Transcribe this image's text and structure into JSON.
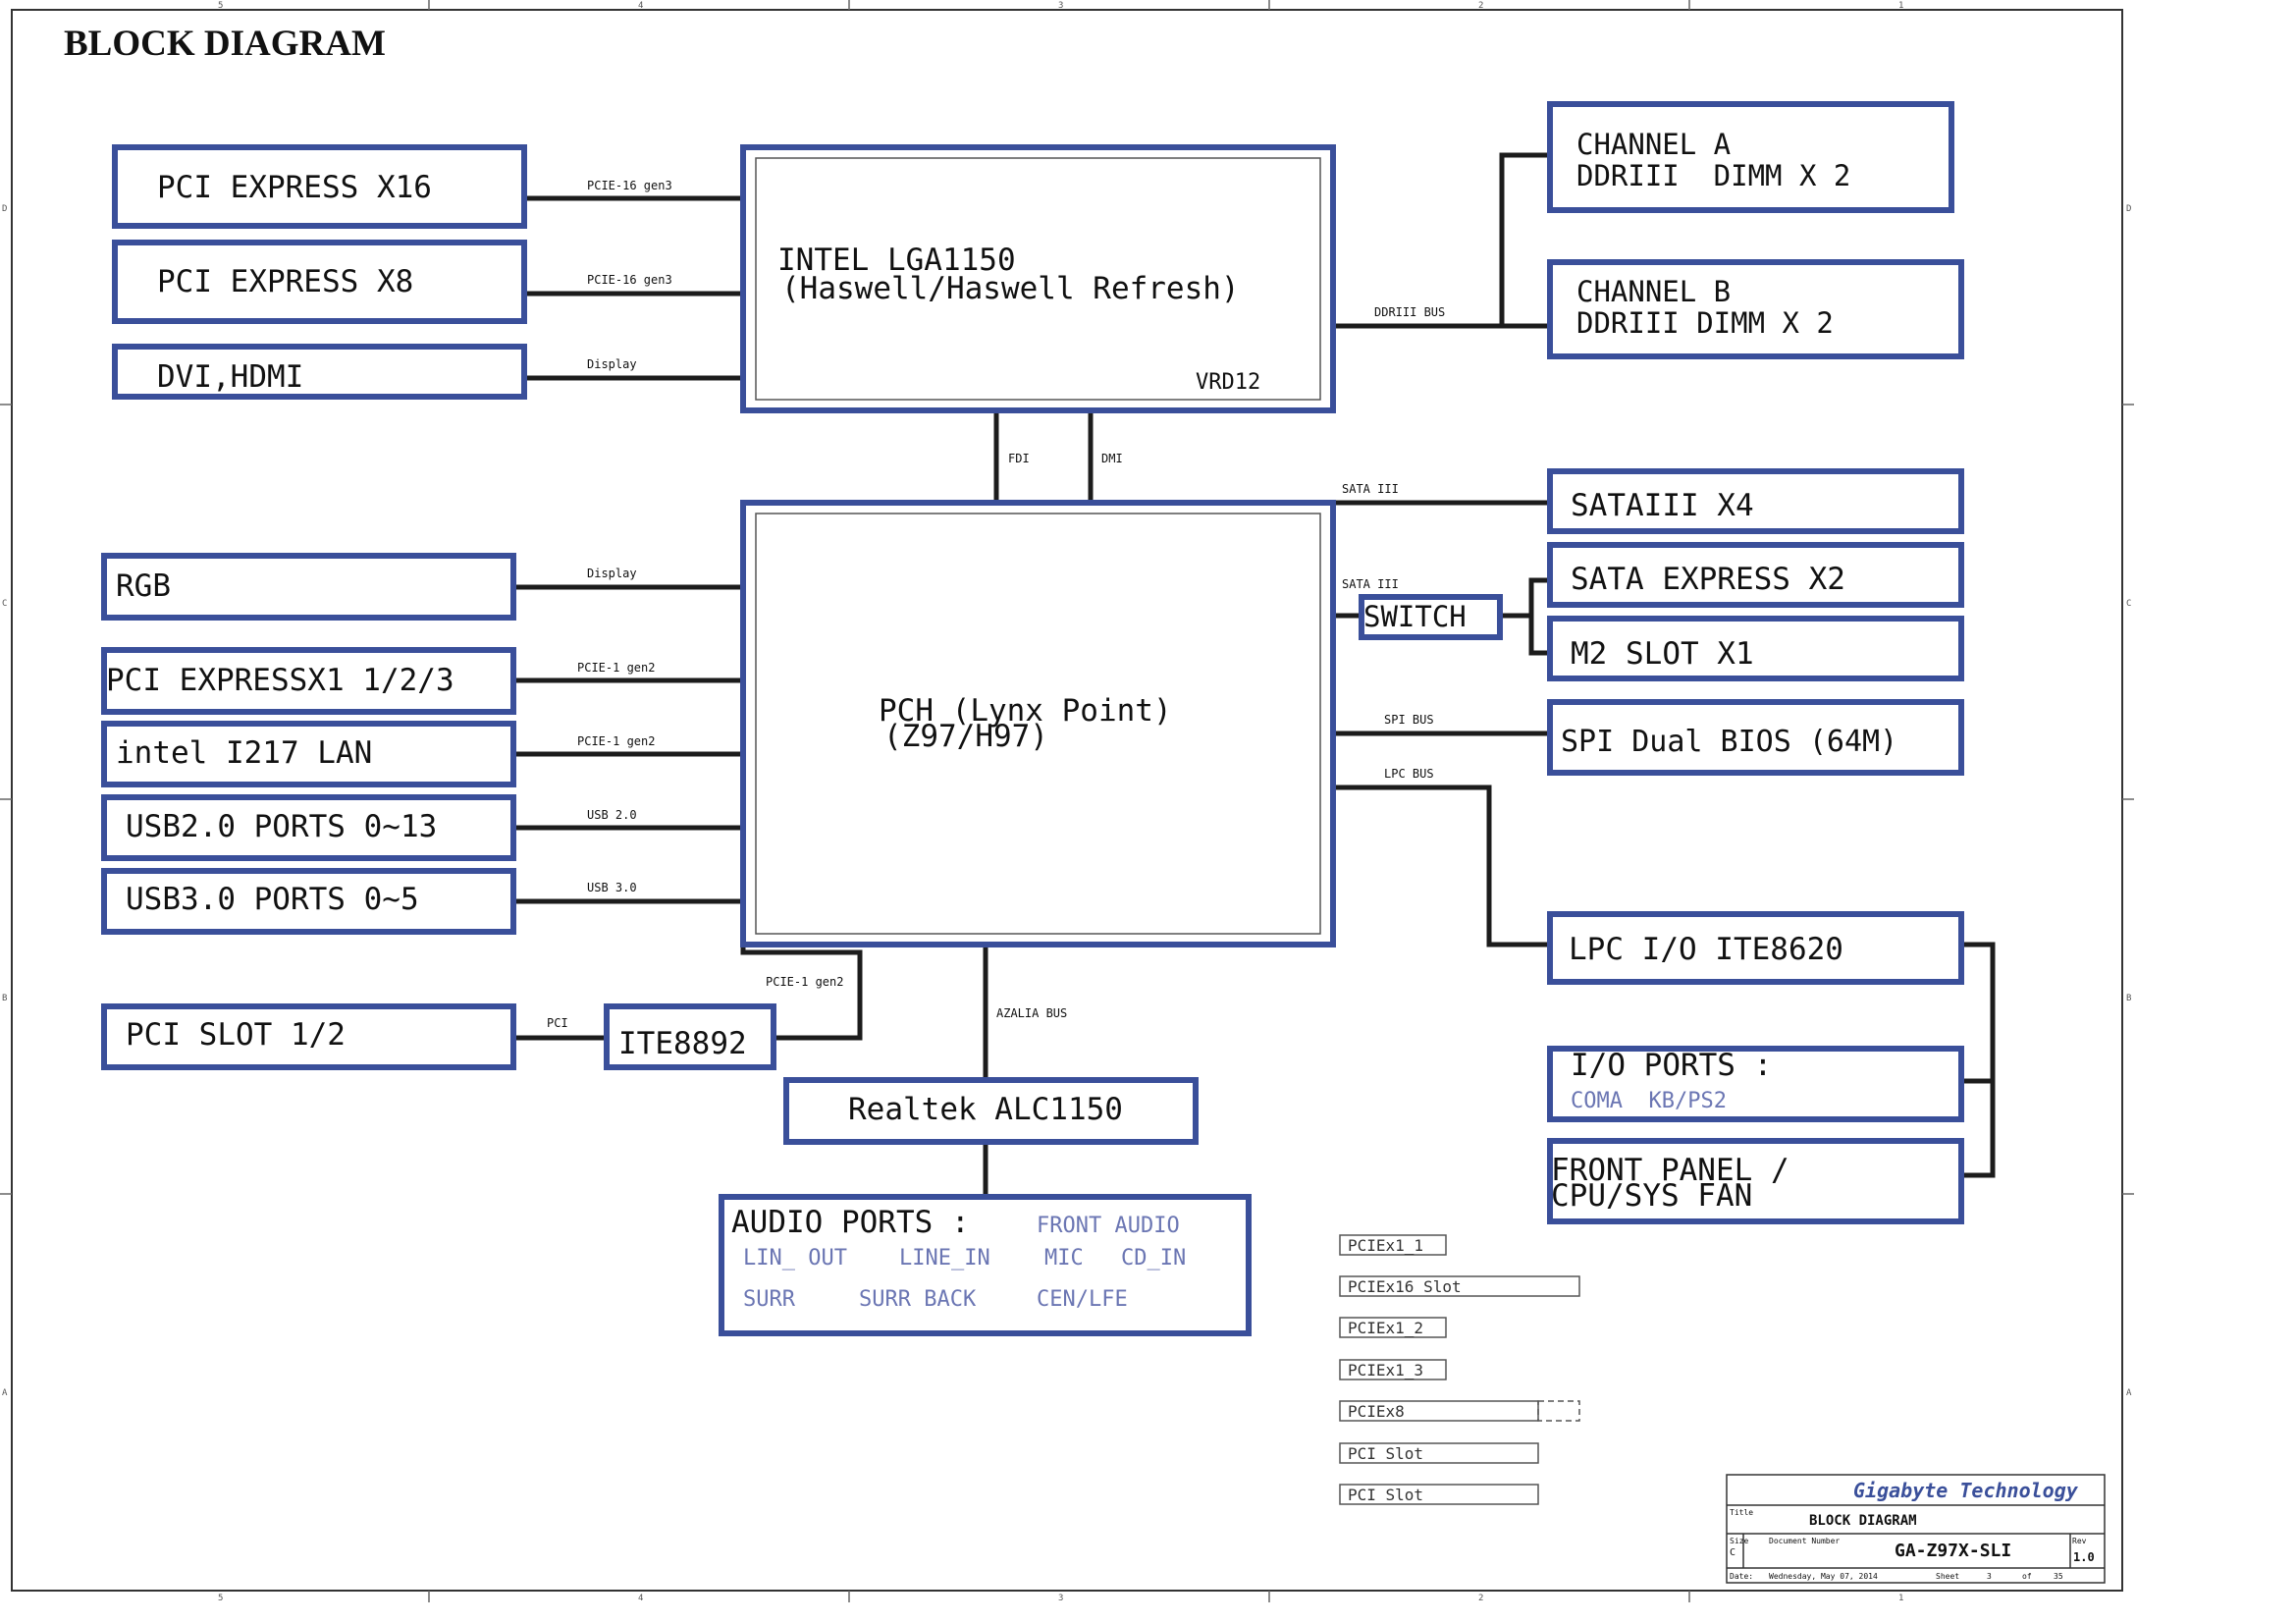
{
  "title": "BLOCK DIAGRAM",
  "colors": {
    "box": "#3a4f9a",
    "wire": "#1c1c1c",
    "text": "#111111",
    "sub": "#6b76b3",
    "brand": "#3a4f9a"
  },
  "cpu": {
    "line1": "INTEL LGA1150",
    "line2": "(Haswell/Haswell Refresh)",
    "vr": "VRD12"
  },
  "pch": {
    "line1": "PCH (Lynx Point)",
    "line2": "(Z97/H97)"
  },
  "left_top": [
    {
      "label": "PCI EXPRESS X16",
      "bus": "PCIE-16 gen3"
    },
    {
      "label": "PCI EXPRESS X8",
      "bus": "PCIE-16 gen3"
    },
    {
      "label": "DVI,HDMI",
      "bus": "Display"
    }
  ],
  "left_bottom": [
    {
      "label": "RGB",
      "bus": "Display"
    },
    {
      "label": "PCI EXPRESSX1 1/2/3",
      "bus": "PCIE-1 gen2"
    },
    {
      "label": "intel I217 LAN",
      "bus": "PCIE-1 gen2"
    },
    {
      "label": "USB2.0 PORTS 0~13",
      "bus": "USB 2.0"
    },
    {
      "label": "USB3.0 PORTS 0~5",
      "bus": "USB 3.0"
    }
  ],
  "memory": {
    "bus": "DDRIII BUS",
    "channels": [
      {
        "line1": "CHANNEL A",
        "line2": "DDRIII  DIMM X 2"
      },
      {
        "line1": "CHANNEL B",
        "line2": "DDRIII DIMM X 2"
      }
    ]
  },
  "links": {
    "fdi": "FDI",
    "dmi": "DMI",
    "sata1": "SATA III",
    "sata2": "SATA III",
    "spi": "SPI BUS",
    "lpc": "LPC BUS",
    "azalia": "AZALIA BUS",
    "pcie_ite": "PCIE-1 gen2",
    "pci": "PCI"
  },
  "right": {
    "sata": "SATAIII X4",
    "switch": "SWITCH",
    "sata_express": "SATA EXPRESS X2",
    "m2": "M2 SLOT X1",
    "bios": "SPI Dual BIOS (64M)",
    "lpc_io": "LPC I/O ITE8620",
    "io_ports": {
      "title": "I/O PORTS :",
      "items": "COMA  KB/PS2"
    },
    "front_panel": {
      "line1": "FRONT PANEL /",
      "line2": "CPU/SYS FAN"
    }
  },
  "pci_slot": "PCI SLOT 1/2",
  "ite8892": "ITE8892",
  "audio_codec": "Realtek ALC1150",
  "audio_ports": {
    "title": "AUDIO PORTS :",
    "front": "FRONT AUDIO",
    "row2": [
      "LIN_ OUT",
      "LINE_IN",
      "MIC",
      "CD_IN"
    ],
    "row3": [
      "SURR",
      "SURR BACK",
      "CEN/LFE"
    ]
  },
  "slot_legend": [
    "PCIEx1_1",
    "PCIEx16 Slot",
    "PCIEx1_2",
    "PCIEx1_3",
    "PCIEx8",
    "PCI Slot",
    "PCI Slot"
  ],
  "title_block": {
    "company": "Gigabyte Technology",
    "title_label": "Title",
    "title": "BLOCK DIAGRAM",
    "size_label": "Size",
    "size": "C",
    "docnum_label": "Document Number",
    "docnum": "GA-Z97X-SLI",
    "rev_label": "Rev",
    "rev": "1.0",
    "date_label": "Date:",
    "date": "Wednesday, May 07, 2014",
    "sheet_label": "Sheet",
    "sheet": "3",
    "of_label": "of",
    "total": "35"
  },
  "border_numbers": [
    "5",
    "4",
    "3",
    "2",
    "1"
  ],
  "border_letters": [
    "D",
    "C",
    "B",
    "A"
  ]
}
